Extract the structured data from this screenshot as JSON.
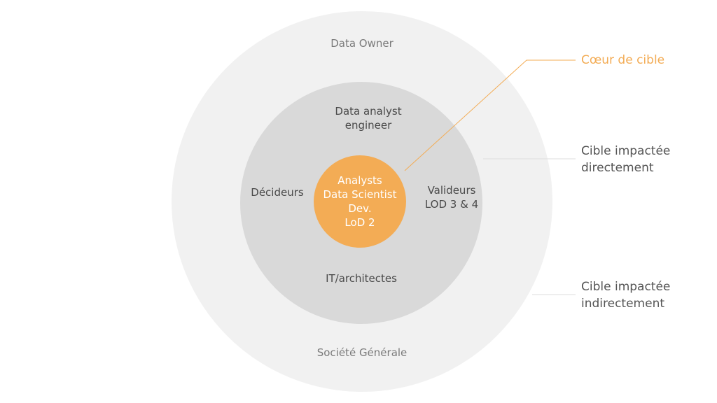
{
  "diagram": {
    "rings": {
      "outer": {
        "top_label": "Data Owner",
        "bottom_label": "Société Générale"
      },
      "middle": {
        "top_label": "Data analyst\nengineer",
        "left_label": "Décideurs",
        "right_label": "Valideurs\nLOD 3 & 4",
        "bottom_label": "IT/architectes"
      },
      "core": {
        "label": "Analysts\nData Scientist\nDev.\nLoD 2"
      }
    },
    "legend": {
      "core": "Cœur de cible",
      "direct": "Cible impactée\ndirectement",
      "indirect": "Cible impactée\nindirectement"
    },
    "colors": {
      "outer_ring": "#f1f1f1",
      "middle_ring": "#d9d9d9",
      "core": "#f3ac55",
      "core_leader_line": "#f3ac55",
      "leader_line": "#dddddd"
    }
  }
}
